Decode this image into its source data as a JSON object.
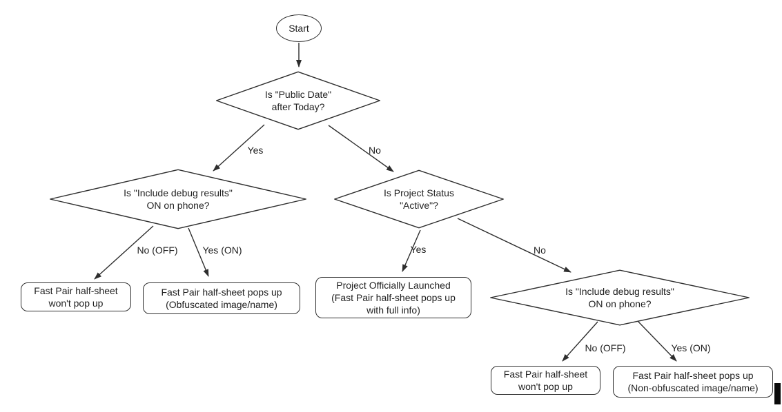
{
  "diagram": {
    "colors": {
      "background": "#ffffff",
      "stroke": "#2e2e2e",
      "text": "#1f1f1f"
    },
    "nodes": {
      "start": {
        "lines": [
          "Start"
        ]
      },
      "public_date": {
        "lines": [
          "Is \"Public Date\"",
          "after Today?"
        ]
      },
      "debug_left": {
        "lines": [
          "Is \"Include debug results\"",
          "ON on phone?"
        ]
      },
      "project_status": {
        "lines": [
          "Is Project Status",
          "\"Active\"?"
        ]
      },
      "debug_right": {
        "lines": [
          "Is \"Include debug results\"",
          "ON on phone?"
        ]
      },
      "no_popup_left": {
        "lines": [
          "Fast Pair half-sheet",
          "won't pop up"
        ]
      },
      "obfuscated_popup": {
        "lines": [
          "Fast Pair half-sheet pops up",
          "(Obfuscated image/name)"
        ]
      },
      "launched": {
        "lines": [
          "Project Officially Launched",
          "(Fast Pair half-sheet pops up",
          "with full info)"
        ]
      },
      "no_popup_right": {
        "lines": [
          "Fast Pair half-sheet",
          "won't pop up"
        ]
      },
      "non_obfuscated_popup": {
        "lines": [
          "Fast Pair half-sheet pops up",
          "(Non-obfuscated image/name)"
        ]
      }
    },
    "edge_labels": {
      "yes_top": "Yes",
      "no_top": "No",
      "no_off_left": "No (OFF)",
      "yes_on_left": "Yes (ON)",
      "yes_mid": "Yes",
      "no_mid": "No",
      "no_off_right": "No (OFF)",
      "yes_on_right": "Yes (ON)"
    }
  }
}
